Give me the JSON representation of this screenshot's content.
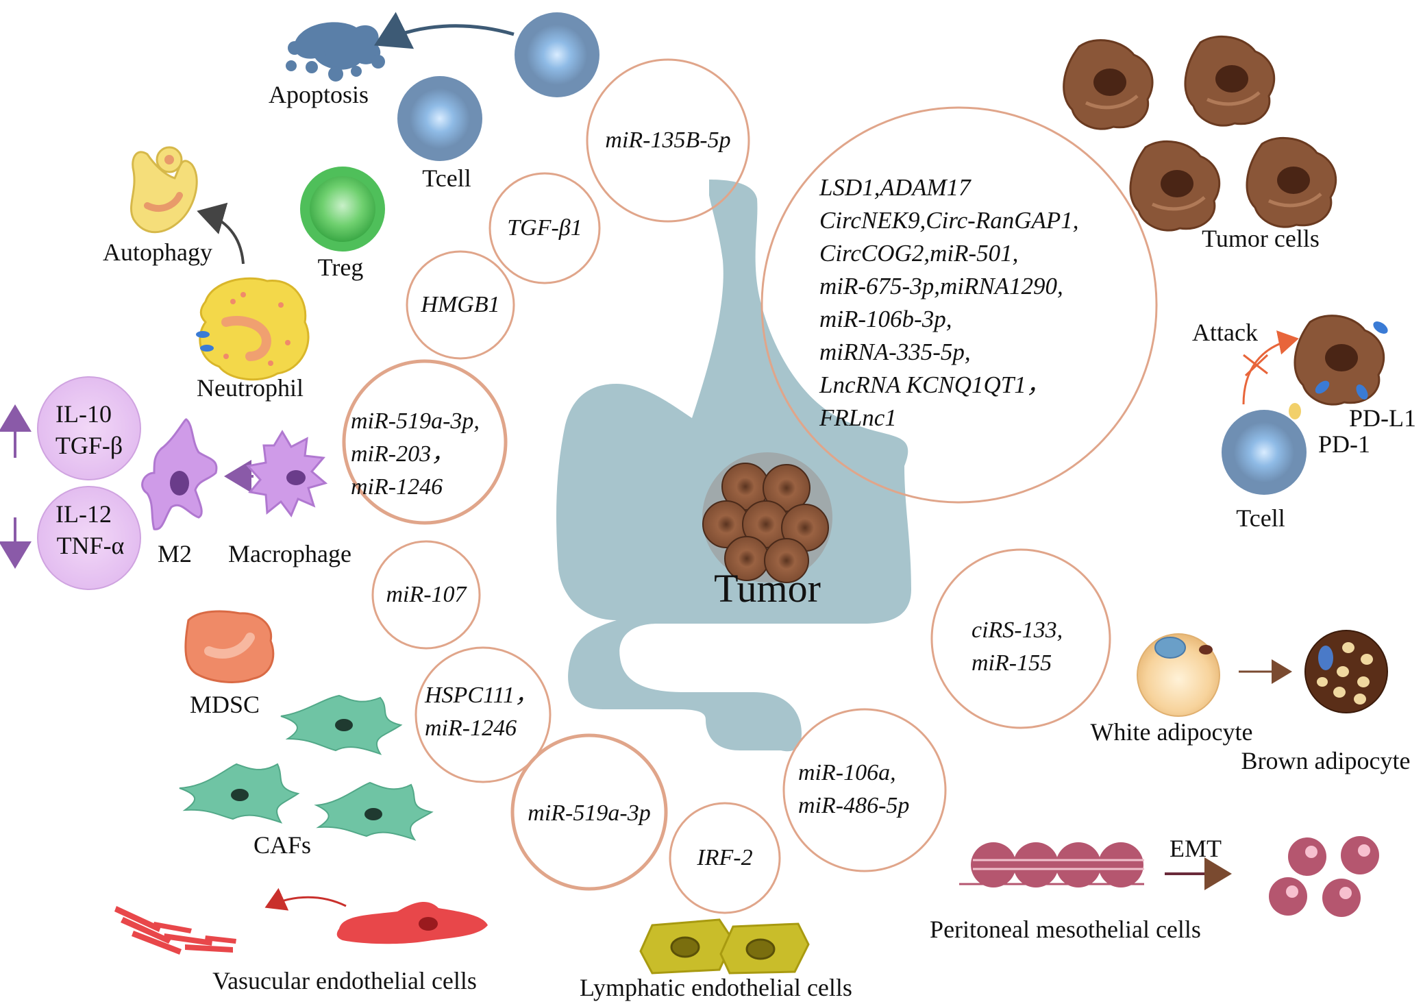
{
  "center": {
    "tumor_label": "Tumor"
  },
  "bubbles": {
    "b1": [
      "miR-135B-5p"
    ],
    "b2": [
      "TGF-β1"
    ],
    "b3": [
      "HMGB1"
    ],
    "b4": [
      "miR-519a-3p,",
      "miR-203，",
      "miR-1246"
    ],
    "b5": [
      "miR-107"
    ],
    "b6": [
      "HSPC111，",
      "miR-1246"
    ],
    "b7": [
      "miR-519a-3p"
    ],
    "b8": [
      "IRF-2"
    ],
    "b9": [
      "miR-106a,",
      "miR-486-5p"
    ],
    "b10": [
      "ciRS-133,",
      "miR-155"
    ],
    "b11": [
      "LSD1,ADAM17",
      "CircNEK9,Circ-RanGAP1,",
      "CircCOG2,miR-501,",
      "miR-675-3p,miRNA1290,",
      "miR-106b-3p,",
      "miRNA-335-5p,",
      "LncRNA KCNQ1QT1，",
      "FRLnc1"
    ]
  },
  "cells": {
    "apoptosis": "Apoptosis",
    "tcell_top": "Tcell",
    "treg": "Treg",
    "autophagy": "Autophagy",
    "neutrophil": "Neutrophil",
    "il10": "IL-10",
    "tgfb": "TGF-β",
    "il12": "IL-12",
    "tnfa": "TNF-α",
    "m2": "M2",
    "macrophage": "Macrophage",
    "mdsc": "MDSC",
    "cafs": "CAFs",
    "vascular": "Vasucular endothelial cells",
    "lymphatic": "Lymphatic endothelial cells",
    "tumor_cells": "Tumor cells",
    "attack": "Attack",
    "pdl1": "PD-L1",
    "pd1": "PD-1",
    "tcell_right": "Tcell",
    "white_adipocyte": "White adipocyte",
    "brown_adipocyte": "Brown adipocyte",
    "emt": "EMT",
    "peritoneal": "Peritoneal mesothelial cells"
  },
  "colors": {
    "stomach": "#a7c4cc",
    "bubble_ring": "#e0a58a",
    "tcell": "#6f8fb3",
    "treg": "#4fbf5a",
    "macrophage": "#cf9be8",
    "tumor_brown": "#7a4a30",
    "caf": "#6fc4a4",
    "mdsc": "#ef8a67",
    "endothelial_red": "#e8474a",
    "lymphatic_yellow": "#c9bd2a",
    "mesothelial": "#b5566f"
  }
}
